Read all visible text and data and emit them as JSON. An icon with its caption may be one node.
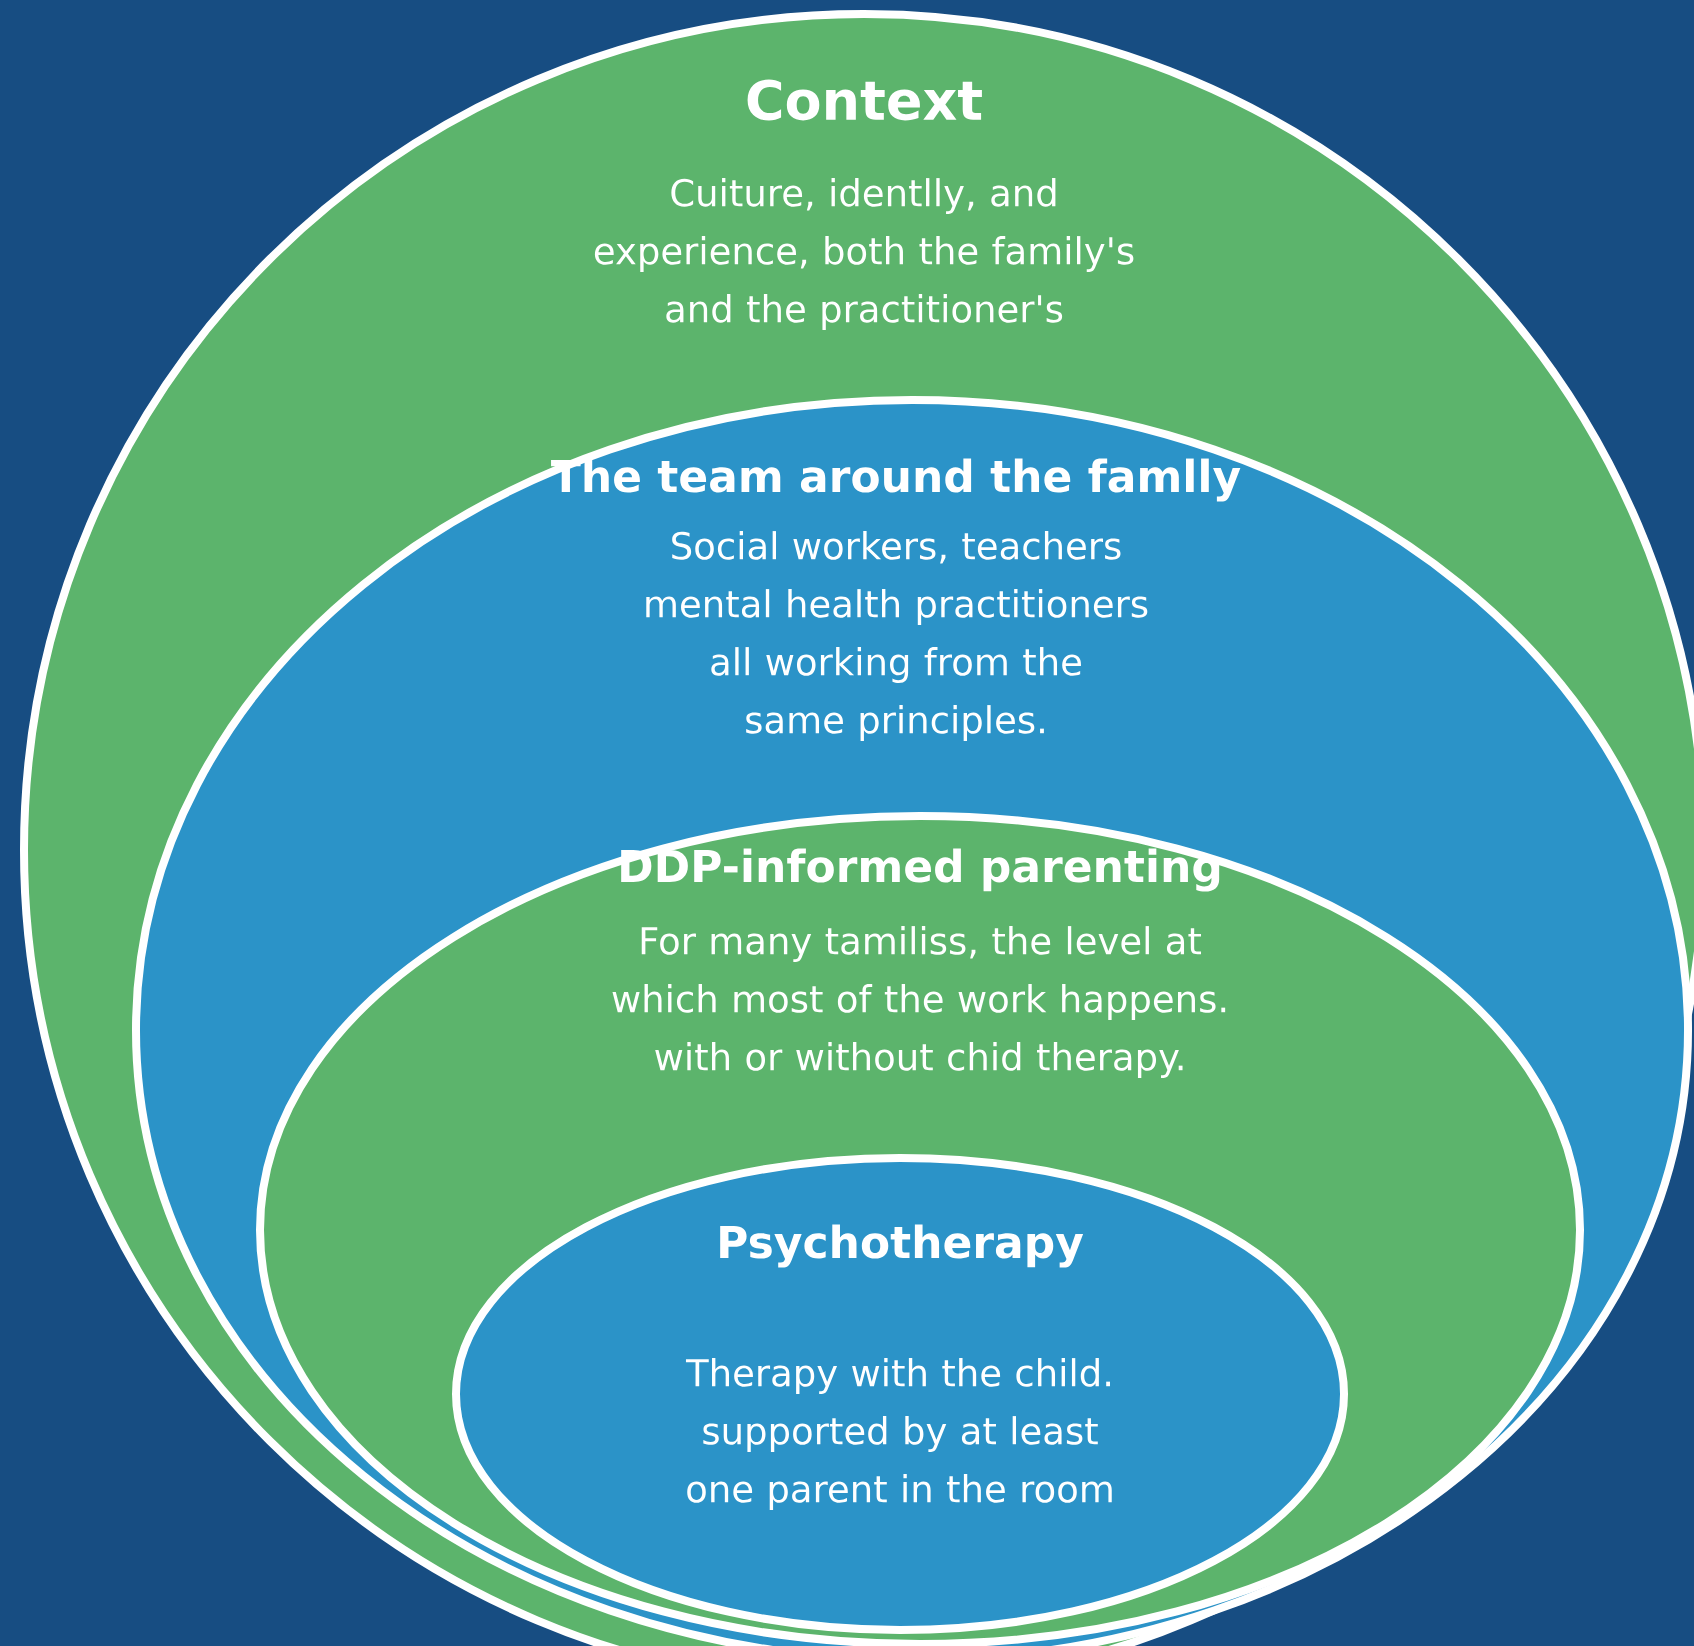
{
  "diagram": {
    "nodes": [
      {
        "text": [
          "Context",
          "Cuiture, identlly, and experience, both the family's and the practitioner's"
        ]
      },
      {
        "text": [
          "The team around the famlly",
          "Social workers, teachers mental health practitioners all working from the same principles."
        ],
        "in": 0
      },
      {
        "text": [
          "DDP-informed parenting",
          "For many tamiliss, the level at which most of the work happens. with or without chid therapy."
        ],
        "in": 1
      },
      {
        "text": [
          "Psychotherapy",
          "Therapy with the child. supported by at least one parent in the room"
        ],
        "in": 2
      }
    ]
  }
}
